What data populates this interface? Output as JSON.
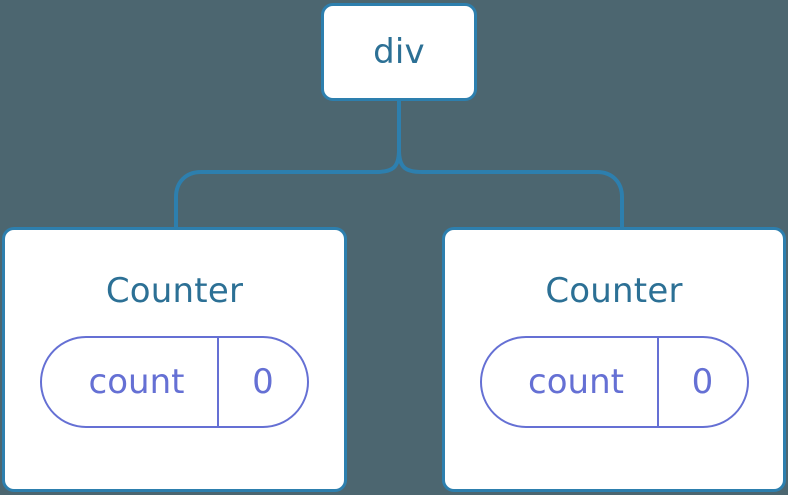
{
  "diagram": {
    "background_color": "#4c6670",
    "node_border_color": "#2d7fae",
    "node_text_color": "#2c7095",
    "pill_color": "#6570d4",
    "connector_color": "#2d7fae",
    "root": {
      "label": "div"
    },
    "children": [
      {
        "label": "Counter",
        "state": {
          "key": "count",
          "value": "0"
        }
      },
      {
        "label": "Counter",
        "state": {
          "key": "count",
          "value": "0"
        }
      }
    ]
  }
}
